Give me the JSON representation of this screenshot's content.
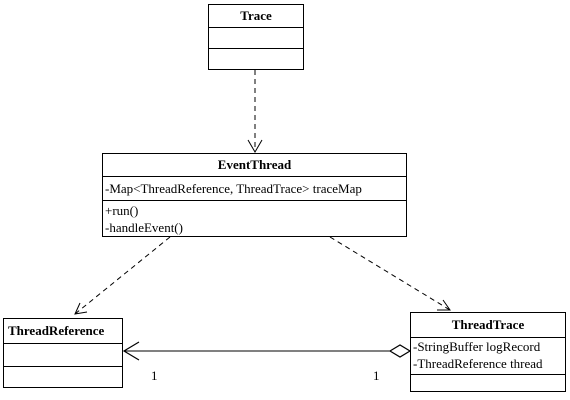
{
  "classes": {
    "trace": {
      "name": "Trace",
      "attributes": [],
      "operations": []
    },
    "event_thread": {
      "name": "EventThread",
      "attributes": [
        "-Map<ThreadReference, ThreadTrace> traceMap"
      ],
      "operations": [
        "+run()",
        "-handleEvent()"
      ]
    },
    "thread_reference": {
      "name": "ThreadReference",
      "attributes": [],
      "operations": []
    },
    "thread_trace": {
      "name": "ThreadTrace",
      "attributes": [
        "-StringBuffer logRecord",
        "-ThreadReference thread"
      ],
      "operations": []
    }
  },
  "relations": [
    {
      "from": "Trace",
      "to": "EventThread",
      "kind": "dependency"
    },
    {
      "from": "EventThread",
      "to": "ThreadReference",
      "kind": "dependency"
    },
    {
      "from": "EventThread",
      "to": "ThreadTrace",
      "kind": "dependency"
    },
    {
      "from": "ThreadTrace",
      "to": "ThreadReference",
      "kind": "aggregation",
      "multiplicity_source": "1",
      "multiplicity_target": "1"
    }
  ]
}
